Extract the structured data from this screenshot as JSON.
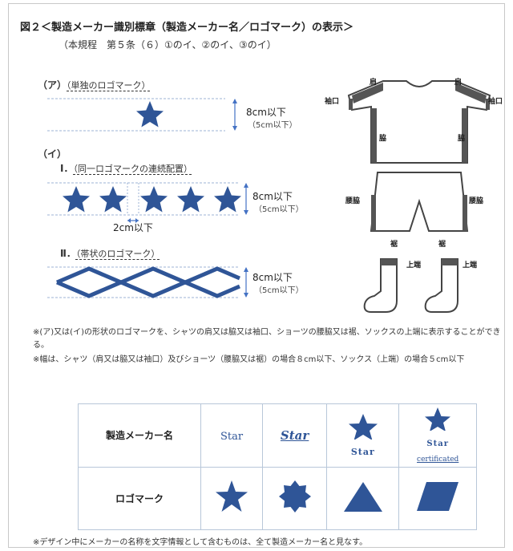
{
  "header": {
    "title": "図２＜製造メーカー識別標章（製造メーカー名／ロゴマーク）の表示＞",
    "subtitle": "（本規程　第５条（６）①のイ、②のイ、③のイ）"
  },
  "section_a": {
    "label": "（ア）",
    "caption": "（単独のロゴマーク）",
    "size": "8cm以下",
    "size_sub": "（5cm以下）"
  },
  "section_i": {
    "label": "（イ）",
    "sub1_label": "Ⅰ．",
    "sub1_caption": "（同一ロゴマークの連続配置）",
    "size": "8cm以下",
    "size_sub": "（5cm以下）",
    "gap": "2cm以下",
    "sub2_label": "Ⅱ．",
    "sub2_caption": "（帯状のロゴマーク）",
    "size2": "8cm以下",
    "size2_sub": "（5cm以下）"
  },
  "garments": {
    "shirt_shoulder": "肩",
    "shirt_cuff": "袖口",
    "shirt_side": "脇",
    "shorts_side": "腰脇",
    "shorts_hem": "裾",
    "sock_top": "上端"
  },
  "notes": [
    "※(ア)又は(イ)の形状のロゴマークを、シャツの肩又は脇又は袖口、ショーツの腰脇又は裾、ソックスの上端に表示することができる。",
    "※幅は、シャツ（肩又は脇又は袖口）及びショーツ（腰脇又は裾）の場合８cm以下、ソックス（上端）の場合５cm以下"
  ],
  "table": {
    "row1_label": "製造メーカー名",
    "row2_label": "ロゴマーク",
    "brand_plain": "Star",
    "brand_italic": "Star",
    "brand_star": "Star",
    "brand_certified_top": "Star",
    "brand_certified_bottom": "certificated"
  },
  "footer_note": "※デザイン中にメーカーの名称を文字情報として含むものは、全て製造メーカー名と見なす。",
  "colors": {
    "accent": "#2f5597",
    "dashed_line": "#9db3d6",
    "band_fill": "#bdd7ee"
  }
}
